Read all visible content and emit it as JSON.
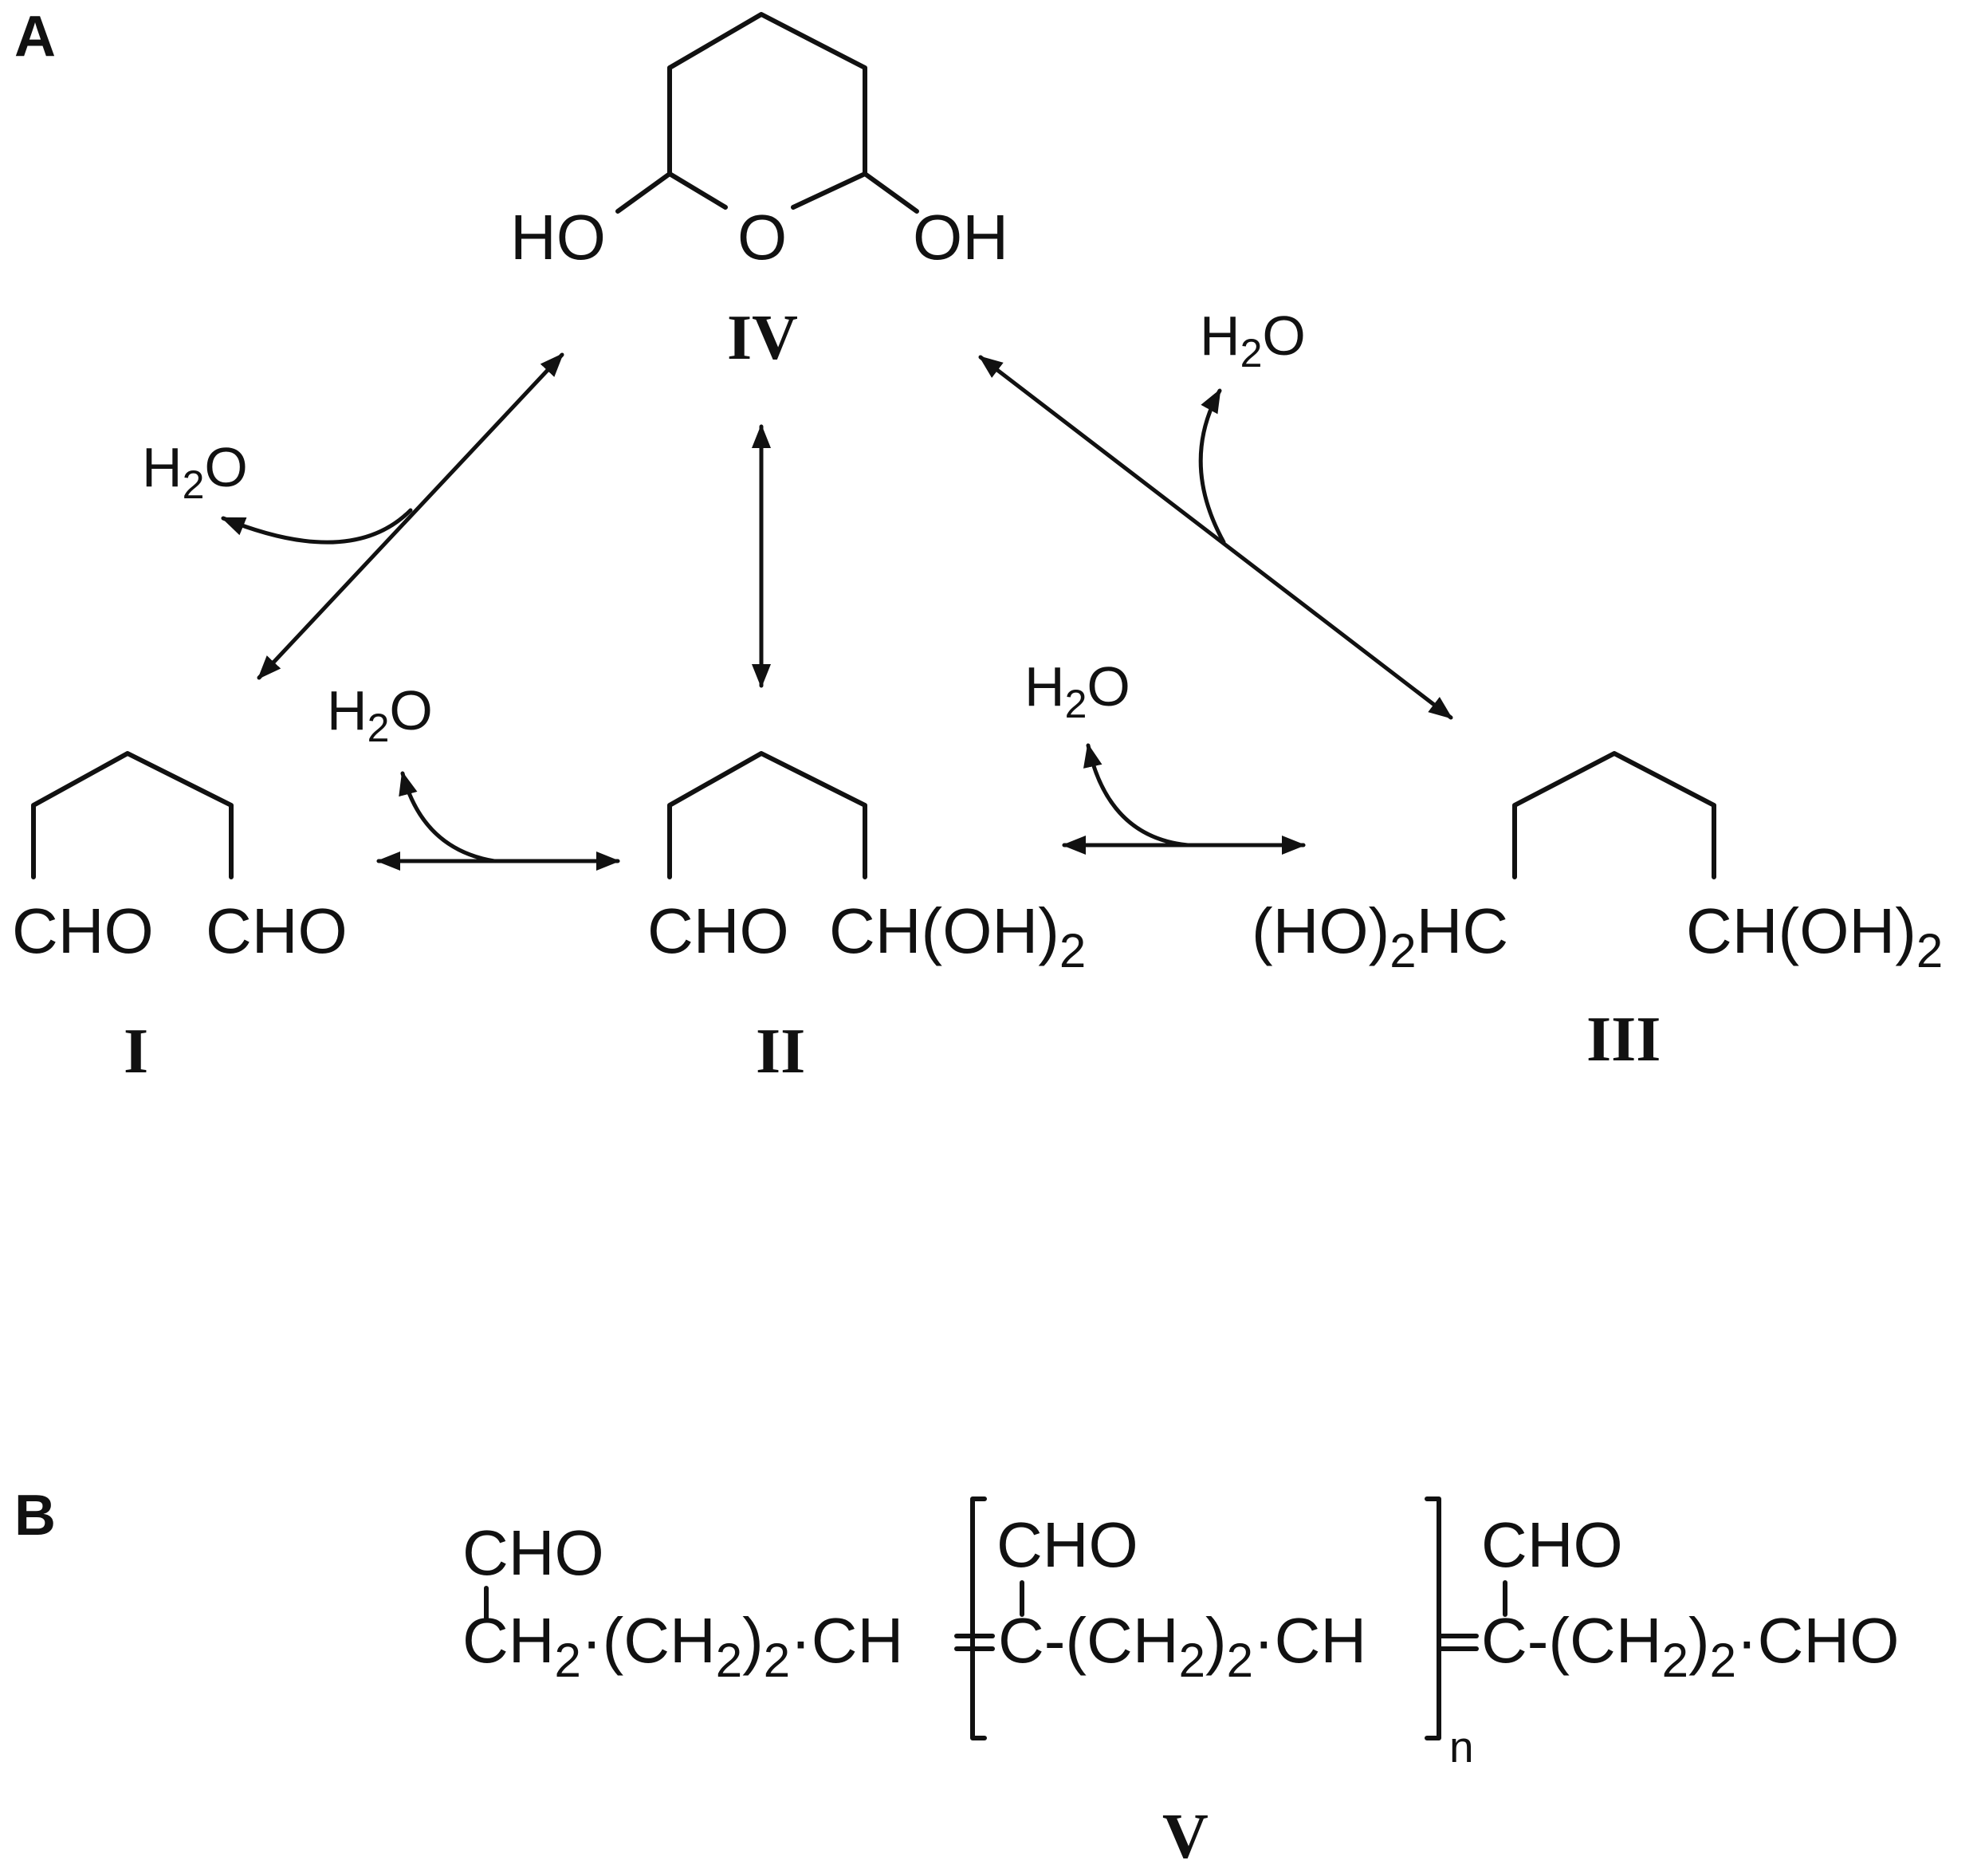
{
  "panels": {
    "a": "A",
    "b": "B"
  },
  "labels": {
    "I": "I",
    "II": "II",
    "III": "III",
    "IV": "IV",
    "V": "V"
  },
  "water": {
    "h": "H",
    "sub": "2",
    "o": "O"
  },
  "text": {
    "cho": "CHO",
    "ho": "HO",
    "oh": "OH",
    "o": "O",
    "ch_oh2_pre": "CH(OH)",
    "two": "2",
    "ho2hc_pre": "(HO)",
    "ho2hc_post": "HC",
    "polymer_seg1a": "CH",
    "polymer_seg1b": "·(CH",
    "polymer_seg1c": ")",
    "polymer_seg1d": "·CH",
    "polymer_seg2a": "C-(CH",
    "polymer_seg2b": ")",
    "polymer_seg2c": "·CH",
    "polymer_seg3a": "C-(CH",
    "polymer_seg3b": ")",
    "polymer_seg3c": "·CHO",
    "n": "n"
  }
}
